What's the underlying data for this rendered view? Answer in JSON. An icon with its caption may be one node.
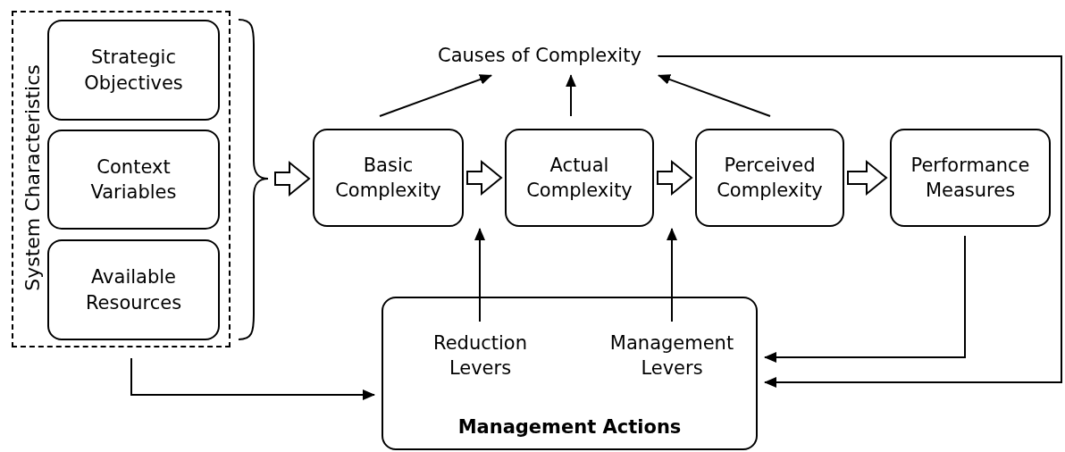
{
  "diagram": {
    "nodes": [
      {
        "text": [
          "System Characteristics"
        ]
      },
      {
        "text": [
          "Strategic Objectives"
        ],
        "in": 0
      },
      {
        "text": [
          "Context Variables"
        ],
        "in": 0
      },
      {
        "text": [
          "Available Resources"
        ],
        "in": 0
      },
      {
        "text": [
          "Basic Complexity"
        ]
      },
      {
        "text": [
          "Actual Complexity"
        ]
      },
      {
        "text": [
          "Perceived Complexity"
        ]
      },
      {
        "text": [
          "Performance Measures"
        ]
      },
      {
        "text": [
          "Causes of Complexity"
        ]
      },
      {
        "text": [
          "Management Actions"
        ]
      },
      {
        "text": [
          "Reduction Levers"
        ],
        "in": 9
      },
      {
        "text": [
          "Management Levers"
        ],
        "in": 9
      }
    ],
    "edges": [
      {
        "from": 0,
        "to": 4,
        "arrow": "to",
        "style": "thick"
      },
      {
        "from": 4,
        "to": 5,
        "arrow": "to",
        "style": "thick"
      },
      {
        "from": 5,
        "to": 6,
        "arrow": "to",
        "style": "thick"
      },
      {
        "from": 6,
        "to": 7,
        "arrow": "to",
        "style": "thick"
      },
      {
        "from": 4,
        "to": 8,
        "arrow": "to"
      },
      {
        "from": 5,
        "to": 8,
        "arrow": "to"
      },
      {
        "from": 6,
        "to": 8,
        "arrow": "to"
      },
      {
        "from": 10,
        "to": 4,
        "arrow": "to"
      },
      {
        "from": 11,
        "to": 5,
        "arrow": "to"
      },
      {
        "from": 7,
        "to": 9,
        "arrow": "to"
      },
      {
        "from": 8,
        "to": 9,
        "arrow": "to"
      },
      {
        "from": 0,
        "to": 9,
        "arrow": "to"
      }
    ]
  }
}
